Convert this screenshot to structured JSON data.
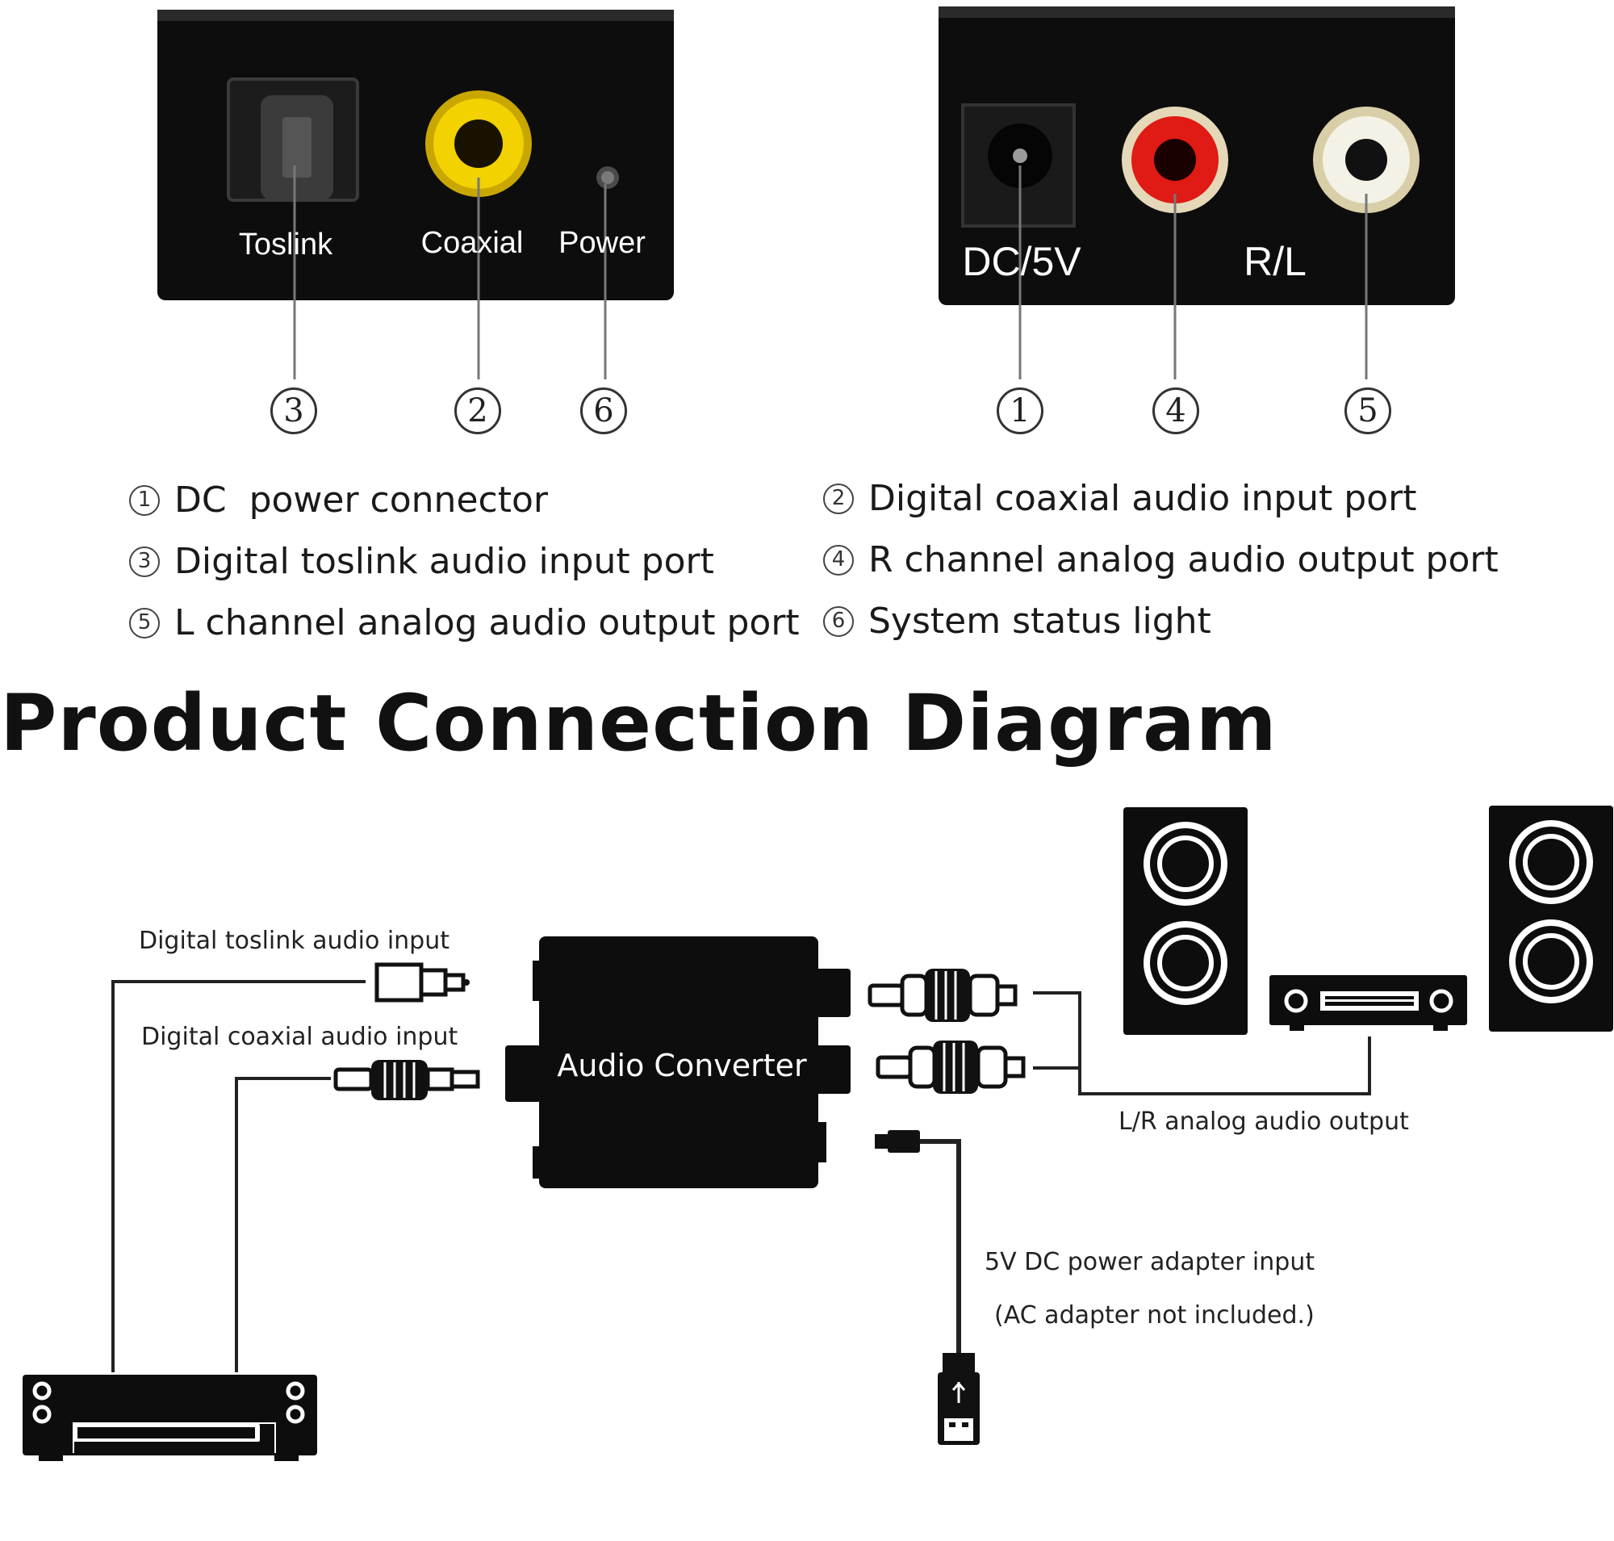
{
  "panels": {
    "left": {
      "port_labels": {
        "toslink": "Toslink",
        "coaxial": "Coaxial",
        "power": "Power"
      },
      "markers": {
        "toslink": "3",
        "coaxial": "2",
        "power": "6"
      }
    },
    "right": {
      "port_labels": {
        "dc": "DC/5V",
        "rl": "R/L"
      },
      "markers": {
        "dc": "1",
        "right": "4",
        "left": "5"
      }
    }
  },
  "legend": [
    {
      "num": "1",
      "text": "DC  power connector"
    },
    {
      "num": "3",
      "text": "Digital toslink audio input port"
    },
    {
      "num": "5",
      "text": "L channel analog audio output port"
    },
    {
      "num": "2",
      "text": "Digital coaxial audio input port"
    },
    {
      "num": "4",
      "text": "R channel analog audio output port"
    },
    {
      "num": "6",
      "text": "System status light"
    }
  ],
  "section_title": "Product Connection Diagram",
  "connection": {
    "converter_label": "Audio Converter",
    "toslink_input_label": "Digital toslink audio input",
    "coaxial_input_label": "Digital coaxial audio input",
    "analog_output_label": "L/R analog audio output",
    "power_input_label": "5V DC power adapter input",
    "power_note": "(AC adapter not included.)"
  },
  "colors": {
    "device_body": "#0d0d0d",
    "coaxial_jack": "#f2d200",
    "right_jack": "#e01a14",
    "left_jack": "#f4f1e6",
    "line": "#222222",
    "callout_line": "#777777"
  }
}
